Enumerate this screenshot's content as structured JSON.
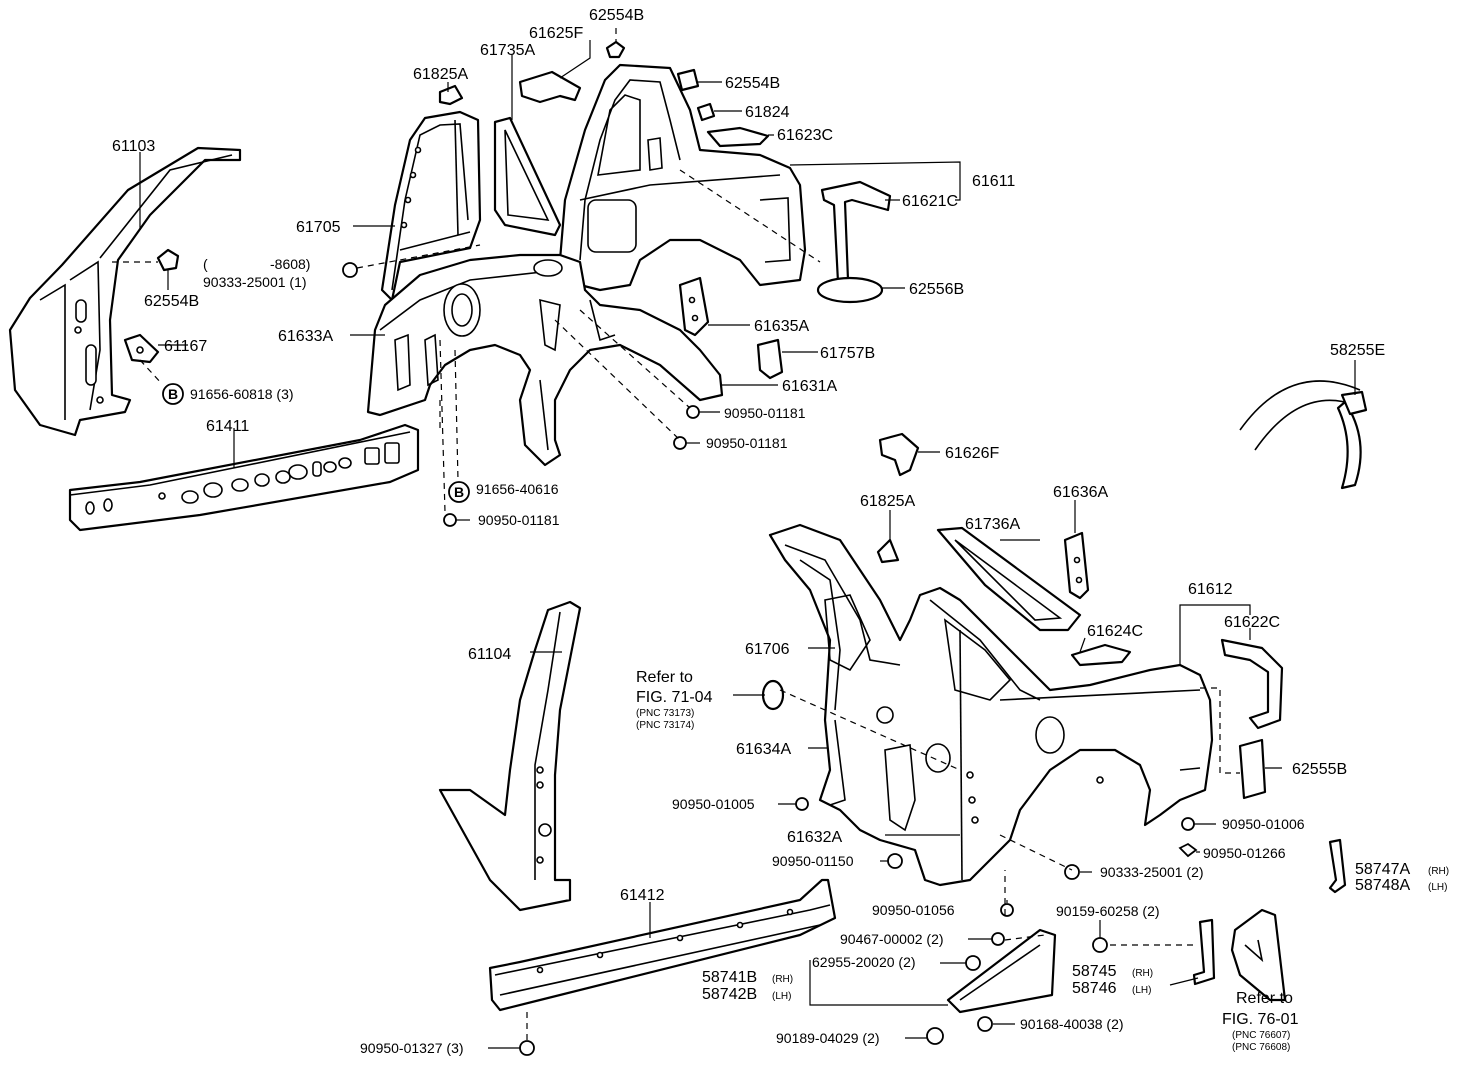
{
  "labels": {
    "p61103": "61103",
    "p62554B_left": "62554B",
    "p61167": "61167",
    "b91656_60818": "91656-60818 (3)",
    "p61411": "61411",
    "p61825A_top": "61825A",
    "p61735A": "61735A",
    "p61625F": "61625F",
    "p62554B_top": "62554B",
    "p62554B_mid": "62554B",
    "p61824": "61824",
    "p61623C": "61623C",
    "p61611": "61611",
    "p61621C": "61621C",
    "p61705": "61705",
    "p8608_open": "(",
    "p8608": "-8608)",
    "p90333_25001_1": "90333-25001 (1)",
    "p62556B": "62556B",
    "p61633A": "61633A",
    "p61635A": "61635A",
    "p61757B": "61757B",
    "p61631A": "61631A",
    "p90950_01181_a": "90950-01181",
    "p90950_01181_b": "90950-01181",
    "b91656_40616": "91656-40616",
    "p90950_01181_c": "90950-01181",
    "p58255E": "58255E",
    "p61626F": "61626F",
    "p61825A_low": "61825A",
    "p61636A": "61636A",
    "p61736A": "61736A",
    "p61612": "61612",
    "p61622C": "61622C",
    "p61624C": "61624C",
    "p61104": "61104",
    "p61706": "61706",
    "ref7104_1": "Refer to",
    "ref7104_2": "FIG. 71-04",
    "ref7104_pnc1": "(PNC 73173)",
    "ref7104_pnc2": "(PNC 73174)",
    "p61634A": "61634A",
    "p62555B": "62555B",
    "p90950_01005": "90950-01005",
    "p90950_01006": "90950-01006",
    "p61632A": "61632A",
    "p90950_01266": "90950-01266",
    "p90950_01150": "90950-01150",
    "p58747A": "58747A",
    "p58747A_rh": "(RH)",
    "p58748A": "58748A",
    "p58748A_lh": "(LH)",
    "p90333_25001_2": "90333-25001 (2)",
    "p90950_01056": "90950-01056",
    "p90159_60258": "90159-60258 (2)",
    "p61412": "61412",
    "p90467_00002": "90467-00002 (2)",
    "p62955_20020": "62955-20020 (2)",
    "p58741B": "58741B",
    "p58741B_rh": "(RH)",
    "p58742B": "58742B",
    "p58742B_lh": "(LH)",
    "p58745": "58745",
    "p58745_rh": "(RH)",
    "p58746": "58746",
    "p58746_lh": "(LH)",
    "ref7601_1": "Refer to",
    "ref7601_2": "FIG. 76-01",
    "ref7601_pnc1": "(PNC 76607)",
    "ref7601_pnc2": "(PNC 76608)",
    "p90189_04029": "90189-04029 (2)",
    "p90168_40038": "90168-40038 (2)",
    "p90950_01327": "90950-01327 (3)",
    "badge_b1": "B",
    "badge_b2": "B"
  }
}
